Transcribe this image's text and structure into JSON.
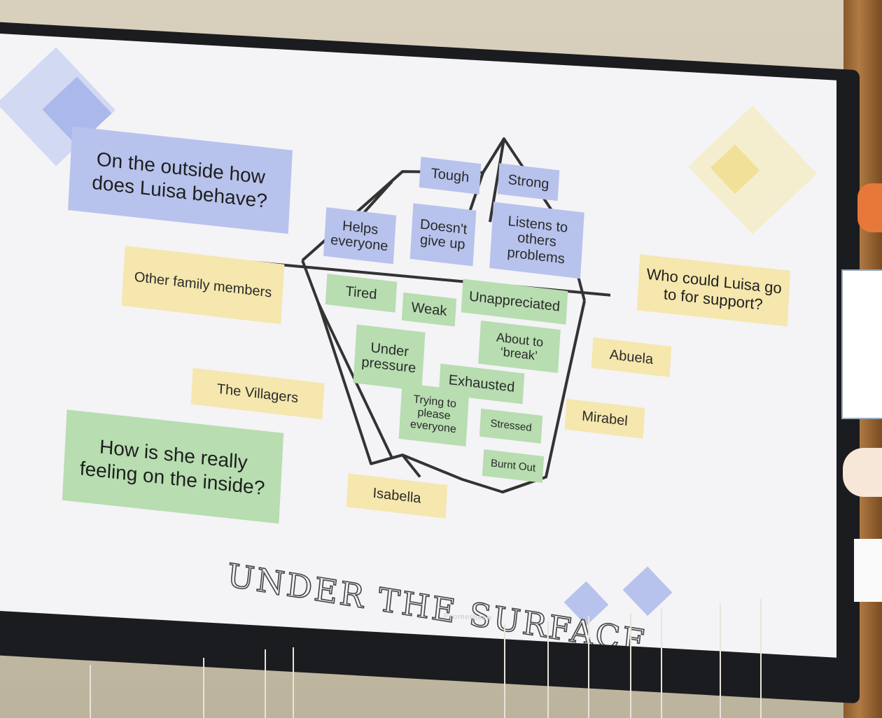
{
  "device": {
    "brand": "Promethean"
  },
  "slide": {
    "title": "UNDER THE SURFACE",
    "questions": {
      "outside": "On the outside how does Luisa behave?",
      "inside": "How is she really feeling on the inside?",
      "support": "Who could Luisa go to for support?"
    },
    "outside_notes": [
      "Tough",
      "Strong",
      "Helps everyone",
      "Doesn't give up",
      "Listens to others problems"
    ],
    "inside_notes": [
      "Tired",
      "Weak",
      "Unappreciated",
      "About to ‘break’",
      "Under pressure",
      "Exhausted",
      "Trying to please everyone",
      "Stressed",
      "Burnt Out"
    ],
    "support_notes": [
      "Other family members",
      "The Villagers",
      "Abuela",
      "Mirabel",
      "Isabella"
    ]
  },
  "colors": {
    "blue": "#b7c3ec",
    "green": "#b7ddb0",
    "yellow": "#f5e7ad"
  }
}
